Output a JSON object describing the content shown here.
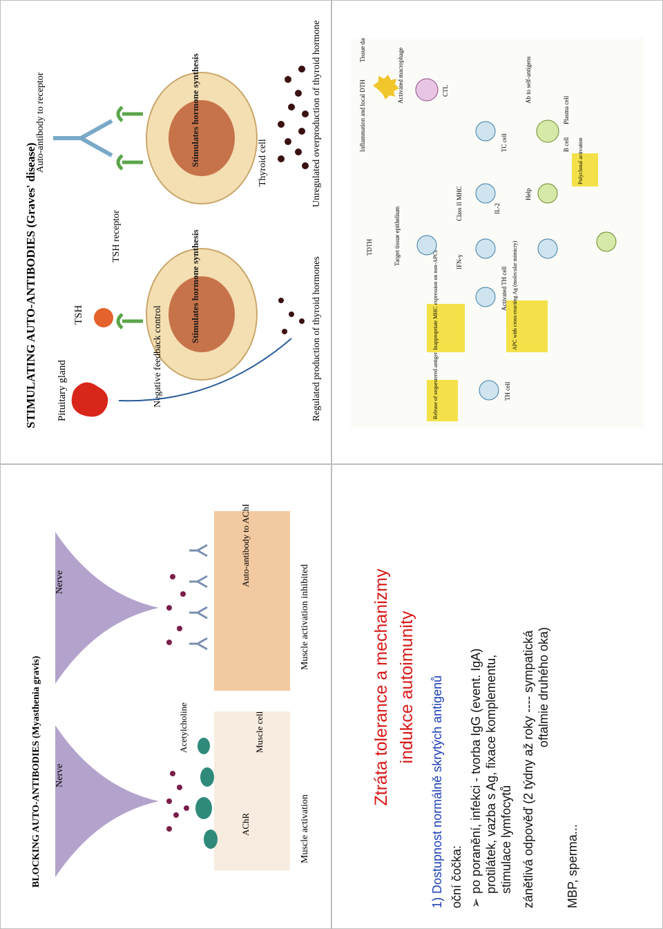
{
  "graves": {
    "title": "STIMULATING AUTO-ANTIBODIES (Graves' disease)",
    "pituitary": "Pituitary gland",
    "tsh": "TSH",
    "auto_antibody": "Auto-antibody to receptor",
    "tsh_receptor": "TSH receptor",
    "negative_feedback": "Negative feedback control",
    "stimulates": "Stimulates hormone synthesis",
    "thyroid_cell": "Thyroid cell",
    "regulated": "Regulated production of thyroid hormones",
    "unregulated": "Unregulated overproduction of thyroid hormones"
  },
  "myasthenia": {
    "title": "BLOCKING AUTO-ANTIBODIES (Myasthenia gravis)",
    "nerve": "Nerve",
    "acetylcholine": "Acetylcholine",
    "muscle_cell": "Muscle cell",
    "achr": "AChR",
    "auto_antibody": "Auto-antibody to AChR",
    "muscle_activation": "Muscle activation",
    "inhibited": "Muscle activation inhibited"
  },
  "mechanisms": {
    "release": "Release of sequestered antigen",
    "inappropriate": "Inappropriate MHC expression on non-APCs",
    "apc": "APC with cross-reacting Ag (molecular mimicry)",
    "th_cell": "TH cell",
    "activated_th": "Activated TH cell",
    "target": "Target tissue epithelium",
    "ifn": "IFN-γ",
    "class2": "Class II MHC",
    "il2": "IL-2",
    "tdth": "TDTH",
    "activated_macrophage": "Activated macrophage",
    "inflammation": "Inflammation and local DTH",
    "tissue_damage": "Tissue damage",
    "tc_cell": "TC cell",
    "ctl": "CTL",
    "help": "Help",
    "b_cell": "B cell",
    "plasma_cell": "Plasma cell",
    "ab_self": "Ab to self-antigens",
    "polyclonal": "Polyclonal activation"
  },
  "slide": {
    "title_line1": "Ztráta tolerance a mechanizmy",
    "title_line2": "indukce autoimunity",
    "heading": "1) Dostupnost normálně skrytých antigenů",
    "sub": "oční čočka:",
    "bullet_line1": "po poranění, infekci - tvorba IgG (event. IgA)",
    "bullet_line2": "protilátek, vazba s Ag, fixace komplementu,",
    "bullet_line3": "stimulace lymfocytů",
    "response_line1": "zánětlivá odpověď (2 týdny až roky ---- sympatická",
    "response_line2": "oftalmie druhého oka)",
    "mbp": "MBP, sperma..."
  },
  "colors": {
    "title_red": "#d81818",
    "heading_blue": "#1b3fb5",
    "thyroid_orange": "#e9b06a",
    "nerve_purple": "#b3a3cc",
    "muscle_peach": "#f2c9a0"
  }
}
